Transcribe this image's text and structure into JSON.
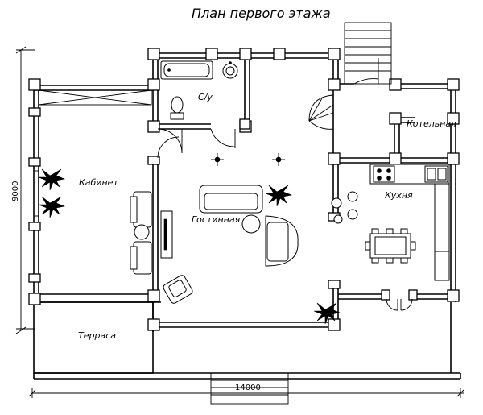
{
  "title": "План первого этажа",
  "rooms": {
    "wc": "С/у",
    "boiler": "Котельная",
    "study": "Кабинет",
    "kitchen": "Кухня",
    "living": "Гостинная",
    "terrace": "Терраса"
  },
  "dimensions": {
    "width": "14000",
    "height": "9000"
  }
}
